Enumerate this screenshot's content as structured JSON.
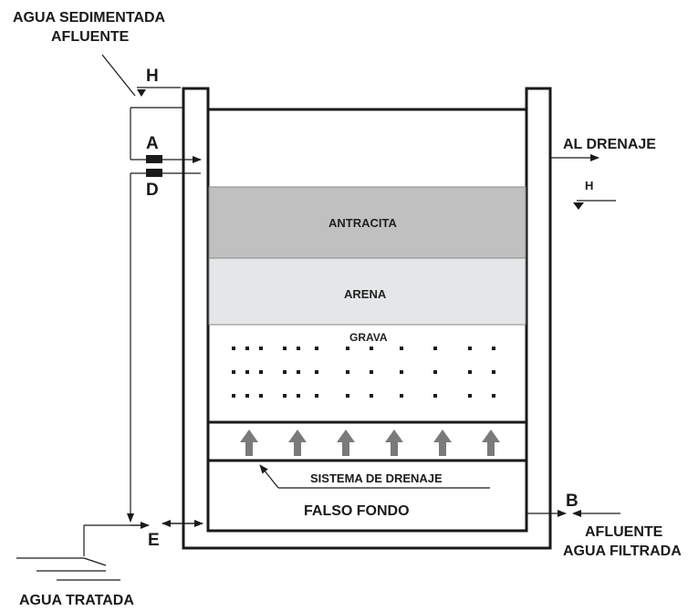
{
  "labels": {
    "agua_sedimentada_line1": "AGUA SEDIMENTADA",
    "agua_sedimentada_line2": "AFLUENTE",
    "h_left": "H",
    "a": "A",
    "d": "D",
    "al_drenaje": "AL DRENAJE",
    "h_right": "H",
    "antracita": "ANTRACITA",
    "arena": "ARENA",
    "grava": "GRAVA",
    "sistema_drenaje": "SISTEMA DE DRENAJE",
    "falso_fondo": "FALSO FONDO",
    "b": "B",
    "e": "E",
    "afluente_line1": "AFLUENTE",
    "afluente_line2": "AGUA FILTRADA",
    "agua_tratada": "AGUA TRATADA"
  },
  "colors": {
    "line": "#1a1a1a",
    "antracita_fill": "#c0c0c0",
    "arena_fill": "#e4e6e8",
    "arrow_fill": "#7a7a7a"
  }
}
